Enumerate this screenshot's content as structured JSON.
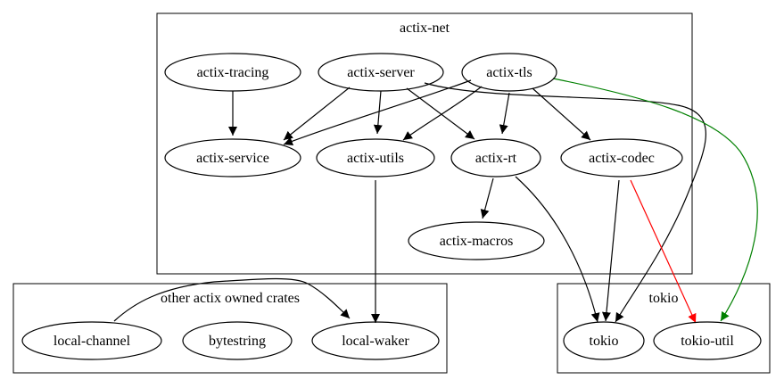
{
  "clusters": {
    "actix_net": "actix-net",
    "other": "other actix owned crates",
    "tokio": "tokio"
  },
  "nodes": {
    "actix_tracing": "actix-tracing",
    "actix_server": "actix-server",
    "actix_tls": "actix-tls",
    "actix_service": "actix-service",
    "actix_utils": "actix-utils",
    "actix_rt": "actix-rt",
    "actix_codec": "actix-codec",
    "actix_macros": "actix-macros",
    "local_channel": "local-channel",
    "bytestring": "bytestring",
    "local_waker": "local-waker",
    "tokio": "tokio",
    "tokio_util": "tokio-util"
  },
  "edges": [
    {
      "from": "actix-tracing",
      "to": "actix-service",
      "color": "#000000"
    },
    {
      "from": "actix-server",
      "to": "actix-service",
      "color": "#000000"
    },
    {
      "from": "actix-server",
      "to": "actix-utils",
      "color": "#000000"
    },
    {
      "from": "actix-server",
      "to": "actix-rt",
      "color": "#000000"
    },
    {
      "from": "actix-server",
      "to": "tokio",
      "color": "#000000"
    },
    {
      "from": "actix-tls",
      "to": "actix-service",
      "color": "#000000"
    },
    {
      "from": "actix-tls",
      "to": "actix-utils",
      "color": "#000000"
    },
    {
      "from": "actix-tls",
      "to": "actix-rt",
      "color": "#000000"
    },
    {
      "from": "actix-tls",
      "to": "actix-codec",
      "color": "#000000"
    },
    {
      "from": "actix-tls",
      "to": "tokio-util",
      "color": "#008000"
    },
    {
      "from": "actix-rt",
      "to": "actix-macros",
      "color": "#000000"
    },
    {
      "from": "actix-rt",
      "to": "tokio",
      "color": "#000000"
    },
    {
      "from": "actix-codec",
      "to": "tokio",
      "color": "#000000"
    },
    {
      "from": "actix-codec",
      "to": "tokio-util",
      "color": "#ff0000"
    },
    {
      "from": "actix-utils",
      "to": "local-waker",
      "color": "#000000"
    },
    {
      "from": "local-channel",
      "to": "local-waker",
      "color": "#000000"
    }
  ]
}
